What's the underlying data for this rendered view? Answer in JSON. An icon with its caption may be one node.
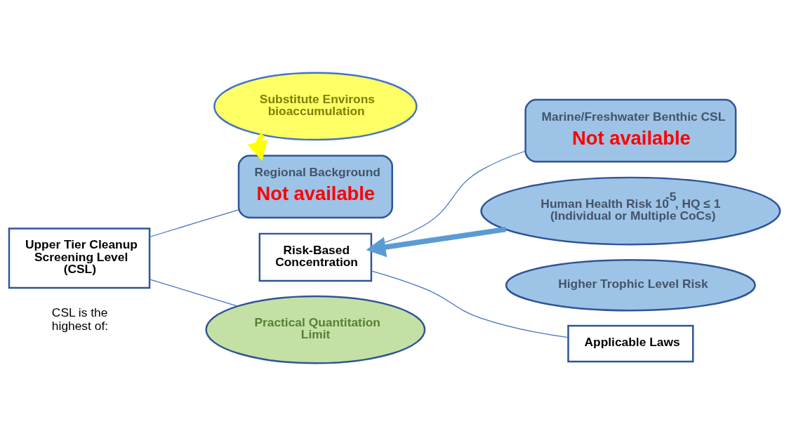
{
  "diagram": {
    "nodes": [
      {
        "text": [
          "Substitute Environs bioaccumulation"
        ]
      },
      {
        "text": [
          "Upper Tier Cleanup Screening Level (CSL)"
        ]
      },
      {
        "text": [
          "Regional Background",
          "Not available"
        ]
      },
      {
        "text": [
          "Risk-Based Concentration"
        ]
      },
      {
        "text": [
          "Practical Quantitation Limit"
        ]
      },
      {
        "text": [
          "Marine/Freshwater Benthic CSL",
          "Not available"
        ]
      },
      {
        "text": [
          "Human Health Risk 10$^{-5}$, HQ ≤ 1 (Individual or Multiple CoCs)"
        ]
      },
      {
        "text": [
          "Higher Trophic Level Risk"
        ]
      },
      {
        "text": [
          "Applicable Laws"
        ]
      }
    ],
    "edges": [
      {
        "from": 0,
        "to": 2,
        "arrow": "to",
        "style": "thick",
        "color": "#ffff00"
      },
      {
        "from": 1,
        "to": 2,
        "arrow": "none"
      },
      {
        "from": 1,
        "to": 4,
        "arrow": "none"
      },
      {
        "from": 3,
        "to": 5,
        "arrow": "none"
      },
      {
        "from": 3,
        "to": 8,
        "arrow": "none"
      },
      {
        "from": 6,
        "to": 3,
        "arrow": "to",
        "style": "thick",
        "color": "#5b9bd5"
      }
    ],
    "labels": [
      "CSL is the highest of:"
    ]
  }
}
